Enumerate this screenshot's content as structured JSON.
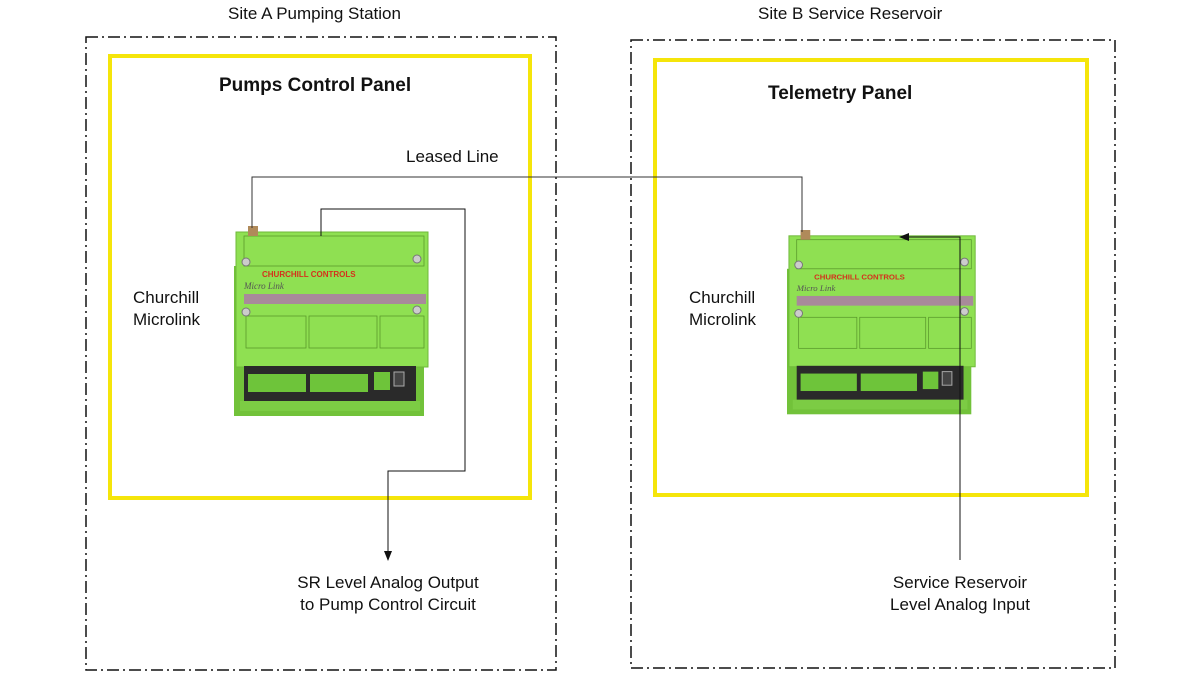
{
  "sites": [
    {
      "title": "Site A Pumping Station",
      "panel": "Pumps Control Panel",
      "device_label": [
        "Churchill",
        "Microlink"
      ]
    },
    {
      "title": "Site B Service Reservoir",
      "panel": "Telemetry Panel",
      "device_label": [
        "Churchill",
        "Microlink"
      ]
    }
  ],
  "link_label": "Leased Line",
  "output_label": [
    "SR Level Analog Output",
    "to Pump Control Circuit"
  ],
  "input_label": [
    "Service Reservoir",
    "Level Analog Input"
  ],
  "device_brand": "CHURCHILL CONTROLS",
  "device_model": "Micro Link",
  "colors": {
    "panel_border": "#f5e50a",
    "site_border": "#111111",
    "device_body": "#86dd4a",
    "wire": "#333333"
  }
}
